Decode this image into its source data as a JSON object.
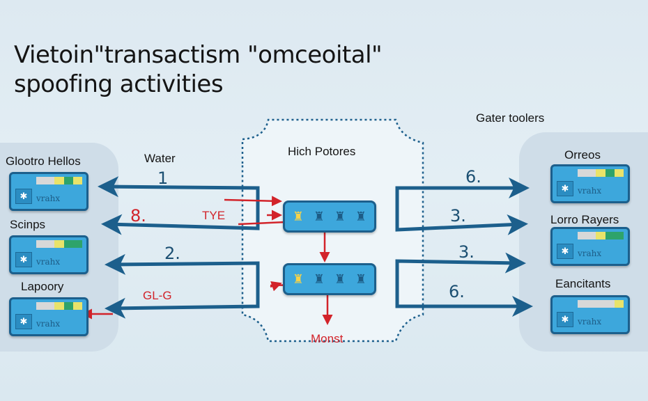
{
  "title": {
    "line1": "Vietoin\"transactism \"omceoital\"",
    "line2": "spoofing activities"
  },
  "left_group": {
    "devices": [
      {
        "label": "Glootro Hellos",
        "text": "vrahx"
      },
      {
        "label": "Scinps",
        "text": "vrahx"
      },
      {
        "label": "Lapoory",
        "text": "vrahx"
      }
    ]
  },
  "right_group": {
    "heading": "Gater toolers",
    "devices": [
      {
        "label": "Orreos",
        "text": "vrahx"
      },
      {
        "label": "Lorro Rayers",
        "text": "vrahx"
      },
      {
        "label": "Eancitants",
        "text": "vrahx"
      }
    ]
  },
  "center": {
    "heading": "Hich Potores",
    "bottom_label": "Monst"
  },
  "left_labels": {
    "water": "Water",
    "tye": "TYE",
    "glg": "GL-G"
  },
  "left_numbers": [
    "1",
    "8.",
    "2."
  ],
  "right_numbers": [
    "6.",
    "3.",
    "3.",
    "6."
  ],
  "icons": {
    "switch": "✱",
    "node": "♜"
  },
  "colors": {
    "blue_dark": "#1c5f8c",
    "blue_fill": "#3da7dc",
    "red": "#d2232a",
    "bg": "#dde9f1"
  }
}
